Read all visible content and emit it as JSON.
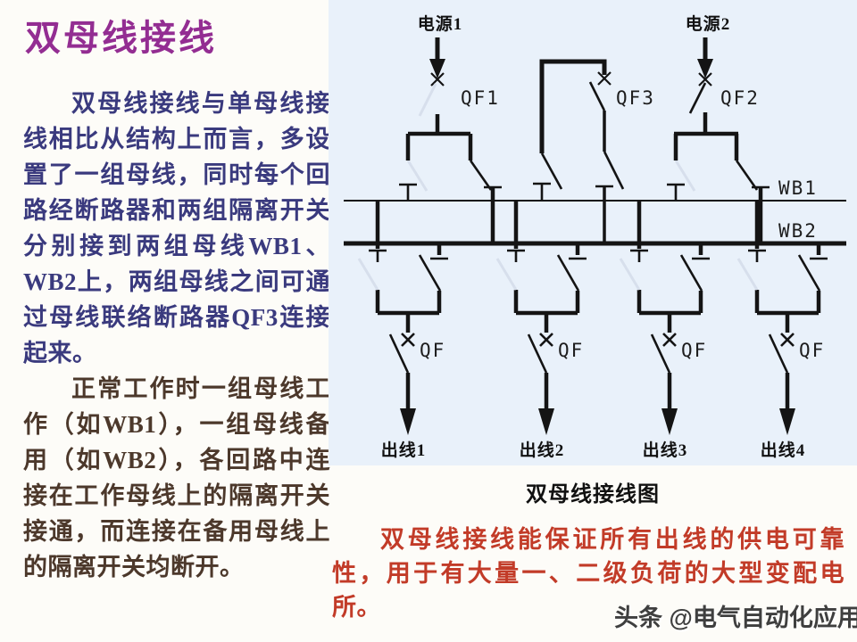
{
  "left_panel": {
    "title": "双母线接线",
    "title_color": "#932d92",
    "paragraph1": "双母线接线与单母线接线相比从结构上而言，多设置了一组母线，同时每个回路经断路器和两组隔离开关分别接到两组母线WB1、WB2上，两组母线之间可通过母线联络断路器QF3连接起来。",
    "paragraph1_color": "#3a3a7e",
    "paragraph2": "正常工作时一组母线工作（如WB1），一组母线备用（如WB2），各回路中连接在工作母线上的隔离开关接通，而连接在备用母线上的隔离开关均断开。",
    "paragraph2_color": "#4c382b"
  },
  "diagram": {
    "panel_bg": "#e9f1fa",
    "line_color": "#141414",
    "open_switch_color": "#d7dfec",
    "source1": "电源1",
    "source2": "电源2",
    "breaker1": "QF1",
    "breaker2": "QF2",
    "coupler_breaker": "QF3",
    "bus1": "WB1",
    "bus2": "WB2",
    "feeder_breaker": "QF",
    "outgoing": [
      "出线1",
      "出线2",
      "出线3",
      "出线4"
    ],
    "caption": "双母线接线图"
  },
  "footer": {
    "highlight": "双母线接线能保证所有出线的供电可靠性，用于有大量一、二级负荷的大型变配电所。",
    "highlight_color": "#c23b28",
    "watermark": "头条 @电气自动化应用"
  }
}
